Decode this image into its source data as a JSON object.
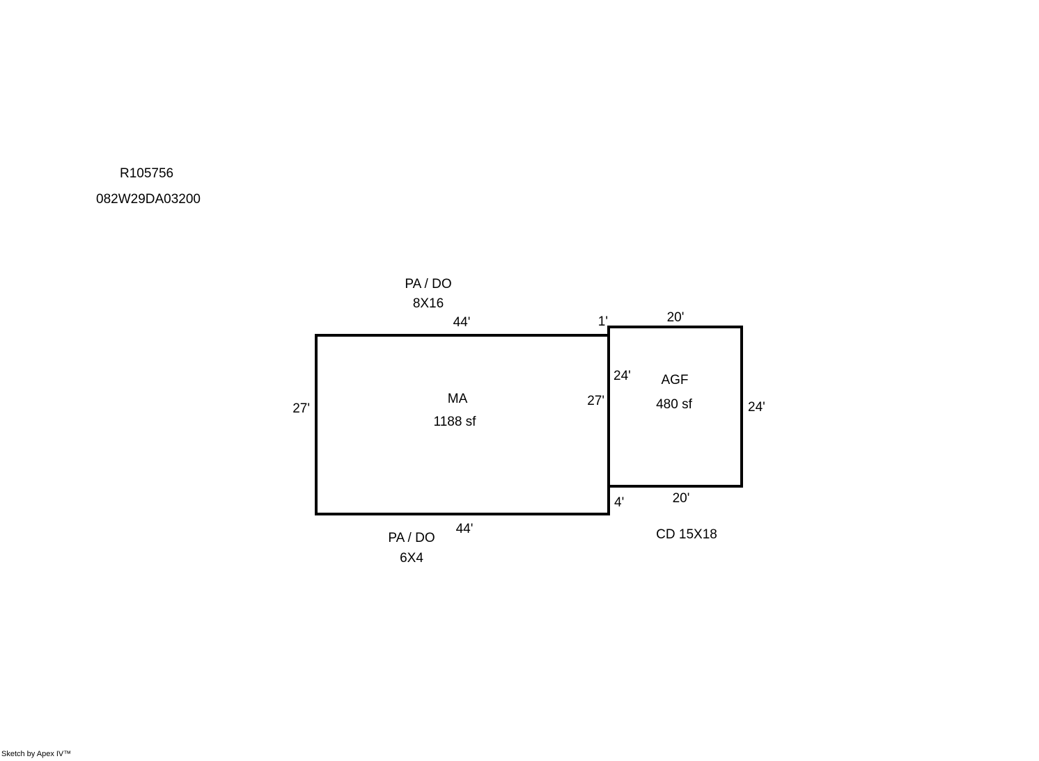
{
  "header": {
    "parcel_number": "R105756",
    "map_tax_lot": "082W29DA03200"
  },
  "sketch": {
    "areas": [
      {
        "id": "MA",
        "label": "MA",
        "area": "1188 sf",
        "dims": {
          "top": "44'",
          "bottom": "44'",
          "left": "27'",
          "right": "27'"
        }
      },
      {
        "id": "AGF",
        "label": "AGF",
        "area": "480 sf",
        "dims": {
          "top": "20'",
          "bottom": "20'",
          "left": "24'",
          "right": "24'"
        }
      }
    ],
    "annotations": {
      "pa_do_top_label": "PA / DO",
      "pa_do_top_size": "8X16",
      "pa_do_bottom_label": "PA / DO",
      "pa_do_bottom_size": "6X4",
      "cd_label": "CD 15X18",
      "offset_top": "1'",
      "offset_bottom": "4'"
    }
  },
  "footer": {
    "credit": "Sketch by Apex IV™"
  }
}
